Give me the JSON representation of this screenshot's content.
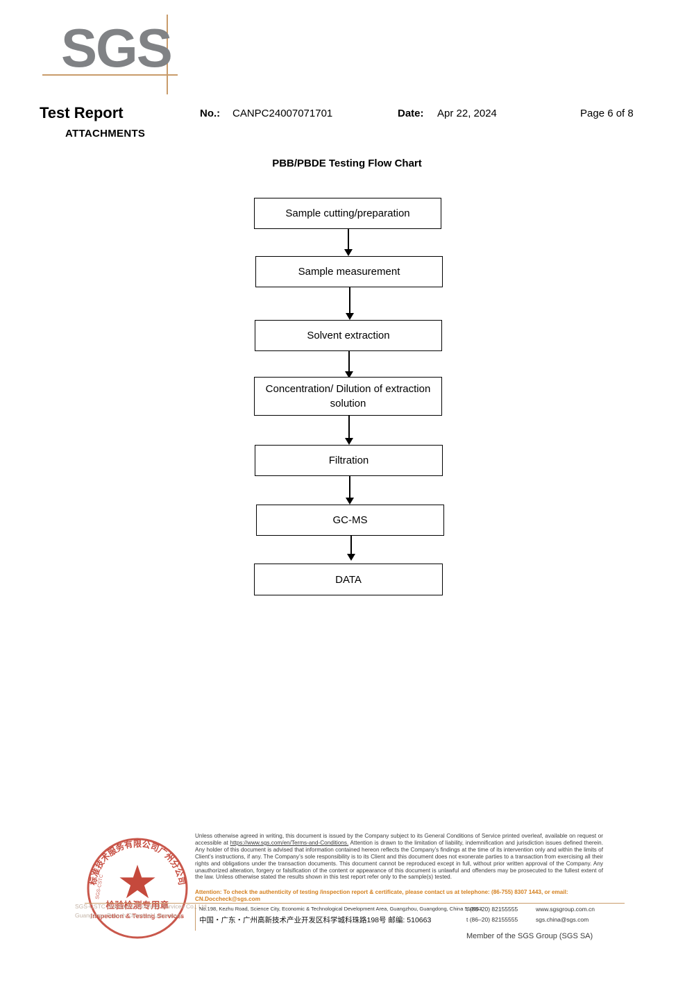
{
  "document": {
    "logo_text": "SGS",
    "title": "Test Report",
    "subtitle": "ATTACHMENTS",
    "no_label": "No.:",
    "no_value": "CANPC24007071701",
    "date_label": "Date:",
    "date_value": "Apr 22, 2024",
    "page_label": "Page 6 of 8"
  },
  "flowchart": {
    "title": "PBB/PBDE Testing Flow Chart",
    "steps": [
      {
        "label": "Sample cutting/preparation"
      },
      {
        "label": "Sample measurement"
      },
      {
        "label": "Solvent extraction"
      },
      {
        "label": "Concentration/ Dilution of extraction solution"
      },
      {
        "label": "Filtration"
      },
      {
        "label": "GC-MS"
      },
      {
        "label": "DATA"
      }
    ]
  },
  "seal": {
    "arc_text": "SGS-CSTC标准技术服务有限公司广州分公司",
    "center_cn": "检验检测专用章",
    "center_en": "Inspection & Testing Services",
    "color": "#c0392b"
  },
  "watermark": {
    "line1": "SGS-CSTC Standards Technical  Services Co., Ltd.",
    "line2": "Guangzhou Branch Chemical Laboratory."
  },
  "footer": {
    "disclaimer_part1": "Unless otherwise agreed in writing, this document is issued by the Company subject to its General Conditions of Service printed overleaf, available on request or accessible at ",
    "disclaimer_link": "https://www.sgs.com/en/Terms-and-Conditions.",
    "disclaimer_part2": " Attention is drawn to the limitation of liability, indemnification and jurisdiction issues defined therein. Any holder of this document is advised that information contained hereon reflects the Company’s findings at the time of its intervention only and within the limits of Client’s instructions, if any. The Company’s sole responsibility is to its Client and this document does not exonerate parties to a transaction from exercising all their rights and obligations under the transaction documents. This document cannot be reproduced except in full, without prior written approval of the Company. Any unauthorized alteration, forgery or falsification of the content or appearance of this document is unlawful and offenders may be prosecuted to the fullest extent of the law. Unless otherwise stated the results shown in this test report refer only to the sample(s) tested.",
    "attention": "Attention: To check the authenticity of testing /inspection report & certificate, please contact us at telephone: (86-755) 8307 1443, or email: CN.Doccheck@sgs.com",
    "attention_color": "#d4801f",
    "address_en": "No.198, Kezhu Road, Science City, Economic & Technological Development Area, Guangzhou, Guangdong, China 510663",
    "address_cn": "中国・广东・广州高新技术产业开发区科学城科珠路198号    邮编: 510663",
    "tel1": "t (86–20) 82155555",
    "tel2": "t (86–20) 82155555",
    "web1": "www.sgsgroup.com.cn",
    "web2": "sgs.china@sgs.com",
    "member": "Member of the SGS Group (SGS SA)"
  }
}
